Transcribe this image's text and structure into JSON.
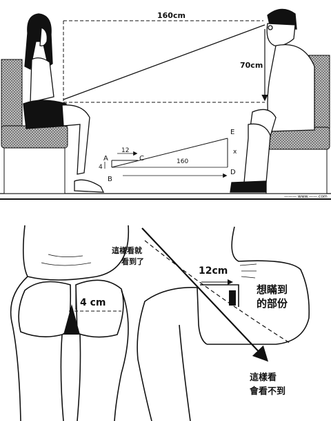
{
  "top_panel": {
    "distance_label": "160cm",
    "height_label": "70cm",
    "points": {
      "a": "A",
      "b": "B",
      "c": "C",
      "d": "D",
      "e": "E",
      "x": "x"
    },
    "seg_12": "12",
    "seg_4": "4",
    "seg_160": "160",
    "watermark": "——— www.——.com"
  },
  "bottom_panel": {
    "label_4cm": "4 cm",
    "label_12cm": "12cm",
    "note_see": [
      "這樣看就",
      "看到了"
    ],
    "note_hidden": [
      "想瞞到",
      "的部份"
    ],
    "note_cannot": [
      "這樣看",
      "會看不到"
    ]
  },
  "colors": {
    "ink": "#111111",
    "paper": "#ffffff",
    "tone": "#8a8a8a"
  }
}
